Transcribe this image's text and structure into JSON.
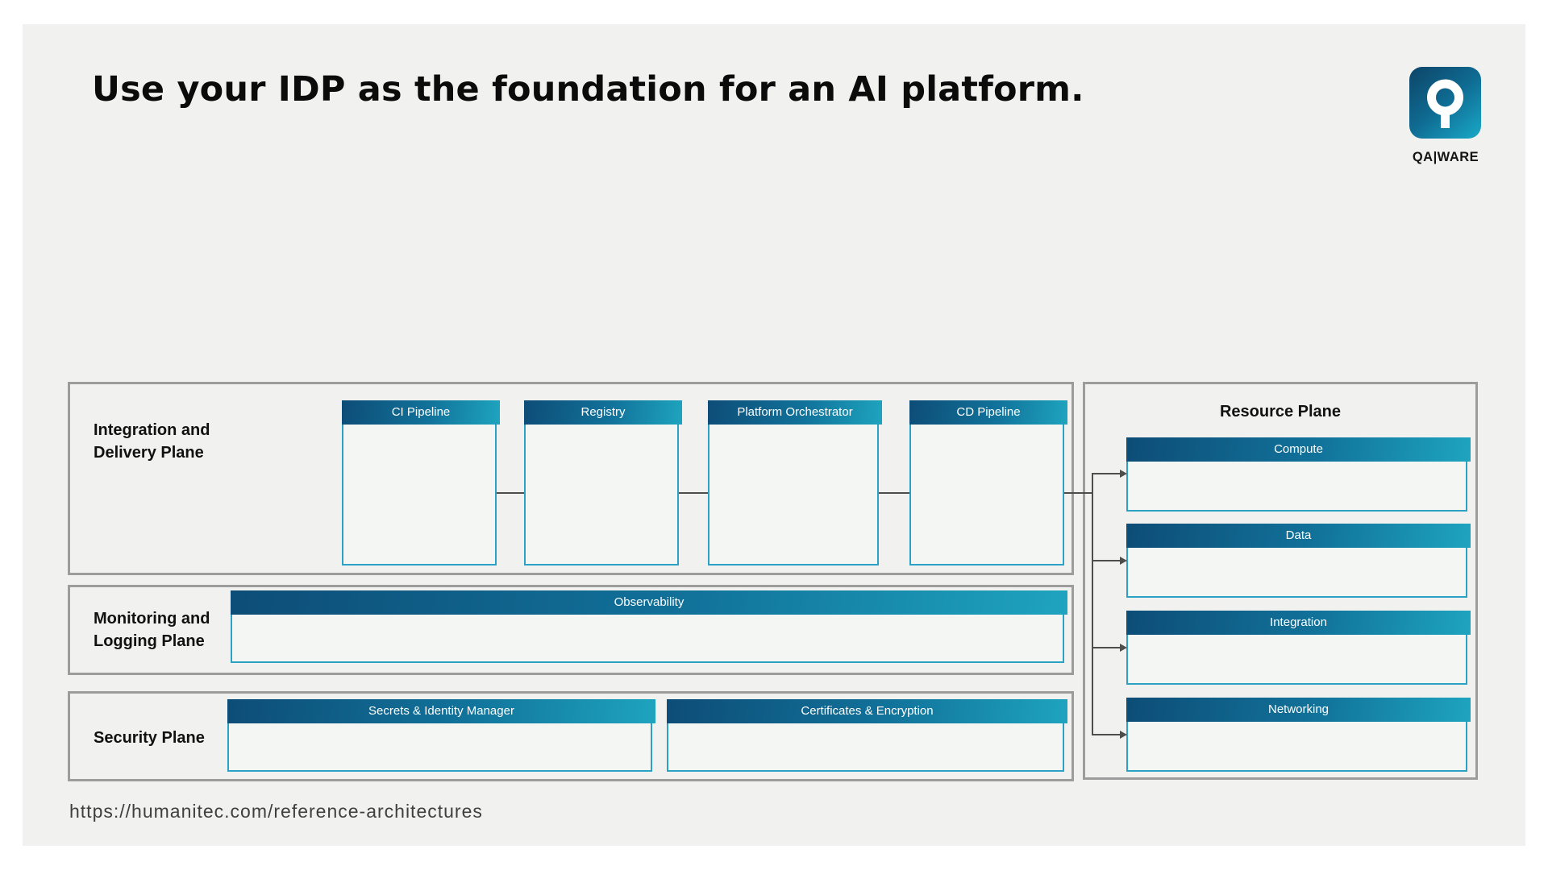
{
  "slide": {
    "title": "Use your IDP as the foundation for an AI platform.",
    "footer_url": "https://humanitec.com/reference-architectures"
  },
  "logo": {
    "brand": "QA|WARE",
    "icon": "qaware-q-icon"
  },
  "colors": {
    "slide_bg": "#f1f1f0",
    "page_bg": "#ffffff",
    "header_gradient_start": "#0d4d77",
    "header_gradient_end": "#1ea4bf",
    "box_border": "#2ba2c4",
    "box_bg": "#f4f6f4",
    "plane_border": "#9c9c9c",
    "connector": "#4d4d4d",
    "logo_gradient_start": "#0d486c",
    "logo_gradient_end": "#18a3c3"
  },
  "planes": {
    "integration_delivery": {
      "label_line1": "Integration and",
      "label_line2": "Delivery Plane",
      "boxes": [
        {
          "label": "CI Pipeline"
        },
        {
          "label": "Registry"
        },
        {
          "label": "Platform Orchestrator"
        },
        {
          "label": "CD Pipeline"
        }
      ]
    },
    "monitoring_logging": {
      "label_line1": "Monitoring and",
      "label_line2": "Logging Plane",
      "boxes": [
        {
          "label": "Observability"
        }
      ]
    },
    "security": {
      "label_line1": "Security Plane",
      "boxes": [
        {
          "label": "Secrets & Identity Manager"
        },
        {
          "label": "Certificates & Encryption"
        }
      ]
    },
    "resource": {
      "title": "Resource Plane",
      "boxes": [
        {
          "label": "Compute"
        },
        {
          "label": "Data"
        },
        {
          "label": "Integration"
        },
        {
          "label": "Networking"
        }
      ]
    }
  }
}
